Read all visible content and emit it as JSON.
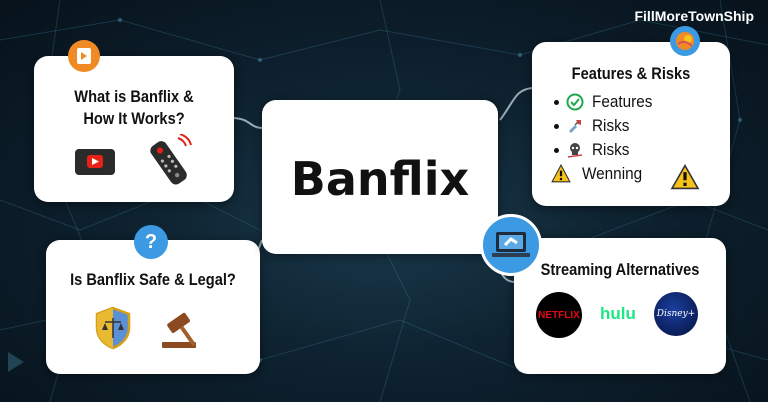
{
  "brand": "FillMoreTownShip",
  "center": {
    "title": "Banflix"
  },
  "cards": {
    "what": {
      "title_line1": "What is Banflix &",
      "title_line2": "How It Works?"
    },
    "safe": {
      "title": "Is Banflix Safe & Legal?"
    },
    "features": {
      "title": "Features & Risks",
      "items": [
        {
          "label": "Features",
          "icon": "check-circle-icon"
        },
        {
          "label": "Risks",
          "icon": "broken-tool-icon"
        },
        {
          "label": "Risks",
          "icon": "skull-icon"
        },
        {
          "label": "Wenning",
          "icon": "warning-icon"
        }
      ]
    },
    "streaming": {
      "title": "Streaming Alternatives",
      "logos": {
        "netflix": "NETFLIX",
        "hulu": "hulu",
        "disney": "Disney+"
      }
    }
  },
  "colors": {
    "badge_orange": "#f08a24",
    "badge_blue": "#3b9ae1",
    "warning_yellow": "#f7c21a"
  }
}
